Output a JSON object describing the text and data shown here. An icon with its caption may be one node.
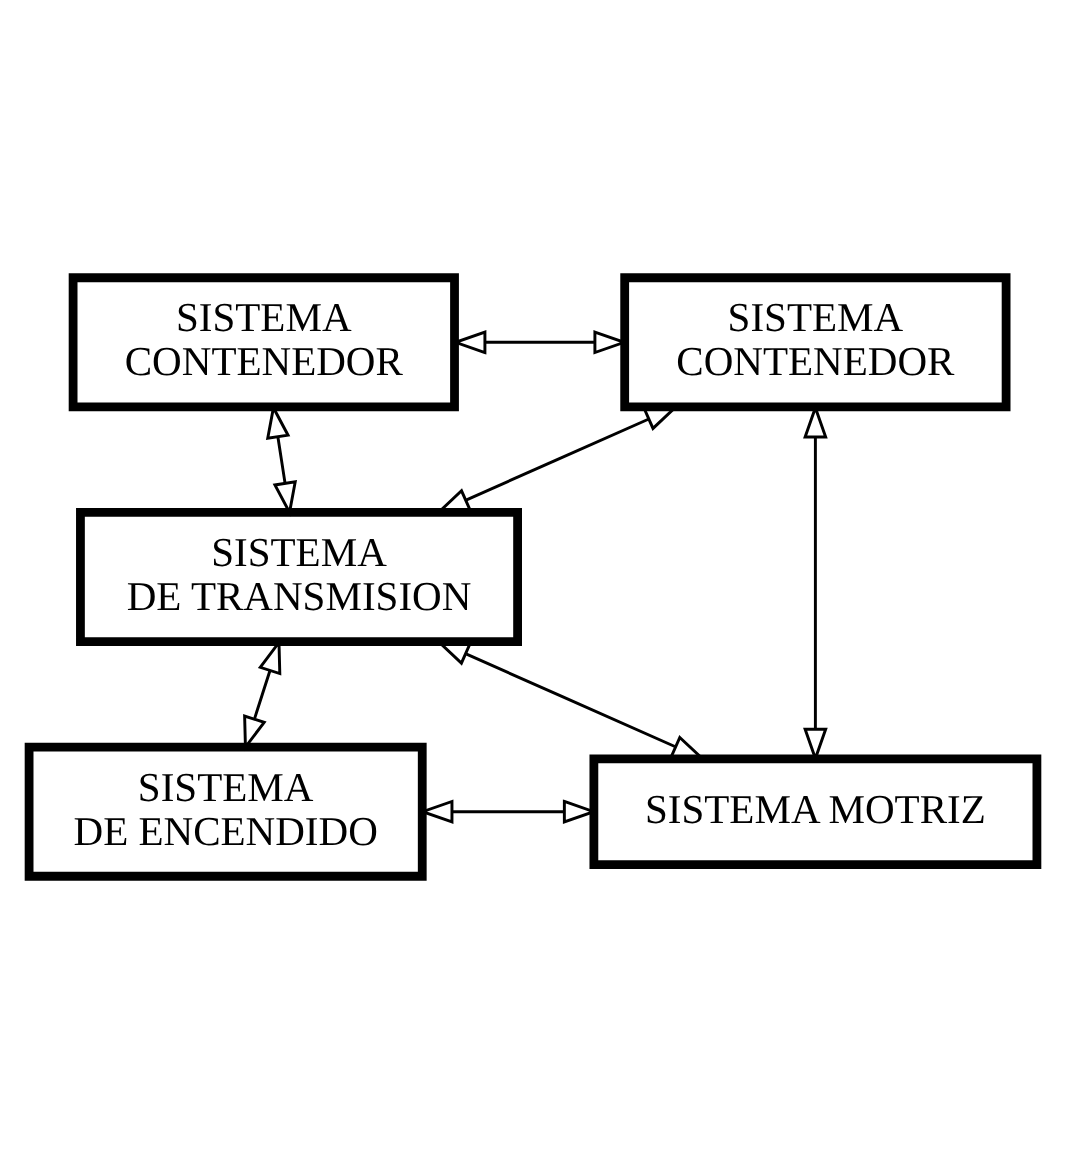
{
  "diagram": {
    "nodes": [
      {
        "text": [
          "SISTEMA CONTENEDOR"
        ]
      },
      {
        "text": [
          "SISTEMA CONTENEDOR"
        ]
      },
      {
        "text": [
          "SISTEMA DE TRANSMISION"
        ]
      },
      {
        "text": [
          "SISTEMA MOTRIZ"
        ]
      },
      {
        "text": [
          "SISTEMA DE ENCENDIDO"
        ]
      }
    ],
    "edges": [
      {
        "from": 0,
        "to": 1,
        "arrow": "both"
      },
      {
        "from": 0,
        "to": 2,
        "arrow": "both"
      },
      {
        "from": 2,
        "to": 1,
        "arrow": "both"
      },
      {
        "from": 2,
        "to": 3,
        "arrow": "both"
      },
      {
        "from": 1,
        "to": 3,
        "arrow": "both"
      },
      {
        "from": 2,
        "to": 4,
        "arrow": "both"
      },
      {
        "from": 4,
        "to": 3,
        "arrow": "both"
      }
    ]
  }
}
